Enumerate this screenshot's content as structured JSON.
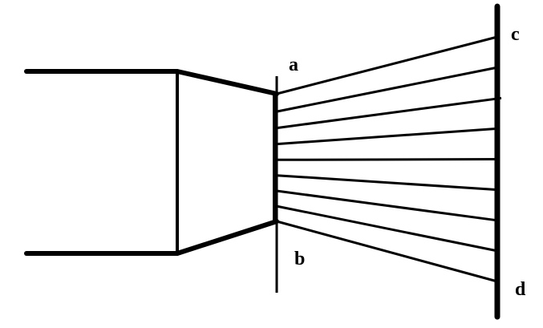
{
  "diagram": {
    "labels": {
      "a": "a",
      "b": "b",
      "c": "c",
      "d": "d"
    },
    "colors": {
      "stroke": "#000000",
      "background": "#ffffff"
    },
    "ray_count": 9
  }
}
